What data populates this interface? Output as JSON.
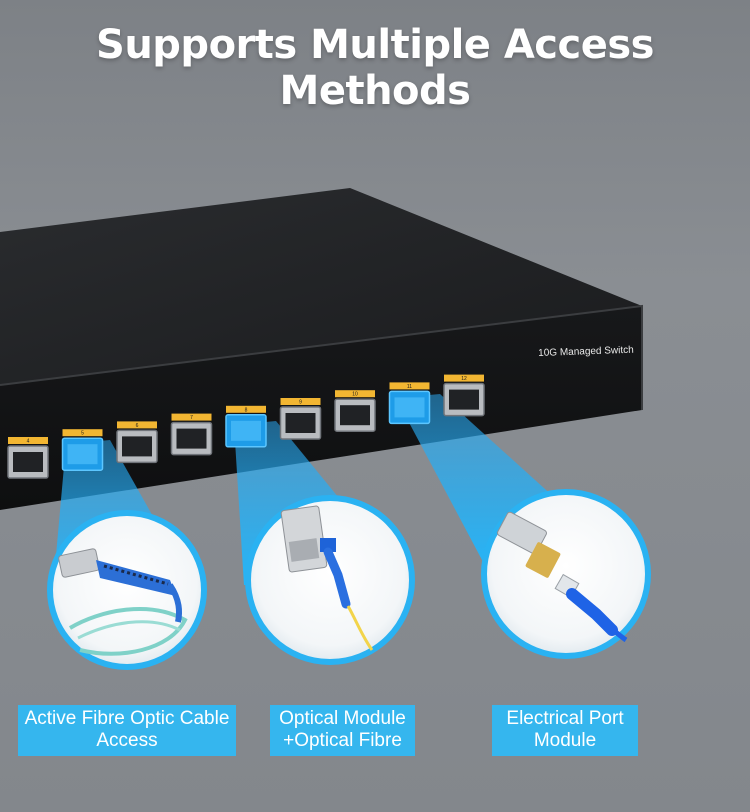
{
  "header": {
    "title": "Supports Multiple Access Methods"
  },
  "device": {
    "brand_text": "10G Managed Switch"
  },
  "port_numbers": [
    "4",
    "5",
    "6",
    "7",
    "8",
    "9",
    "10",
    "11",
    "12"
  ],
  "labels": [
    {
      "line1": "Active Fibre Optic Cable",
      "line2": "Access"
    },
    {
      "line1": "Optical Module",
      "line2": "+Optical Fibre"
    },
    {
      "line1": "Electrical Port",
      "line2": "Module"
    }
  ],
  "colors": {
    "accent": "#35b6ee",
    "port_label": "#f2b632",
    "chassis": "#1e1f21"
  }
}
